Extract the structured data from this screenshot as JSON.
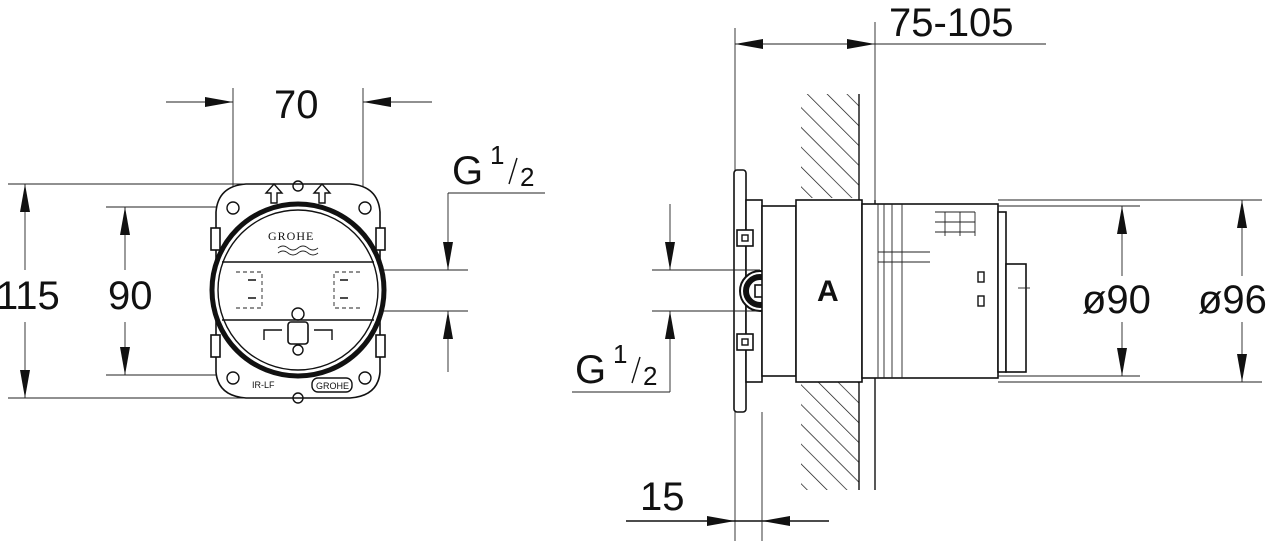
{
  "dimensions": {
    "width_front": "70",
    "height_outer": "115",
    "height_inner": "90",
    "thread_front_main": "G",
    "thread_front_num": "1",
    "thread_front_den": "2",
    "depth_range": "75-105",
    "thread_side_main": "G",
    "thread_side_num": "1",
    "thread_side_den": "2",
    "flange_offset": "15",
    "diameter_inner": "ø90",
    "diameter_outer": "ø96"
  },
  "labels": {
    "brand_top": "GROHE",
    "brand_bottom": "GROHE",
    "model_mark": "IR-LF",
    "side_letter": "A"
  },
  "colors": {
    "line": "#111111",
    "background": "#ffffff"
  }
}
